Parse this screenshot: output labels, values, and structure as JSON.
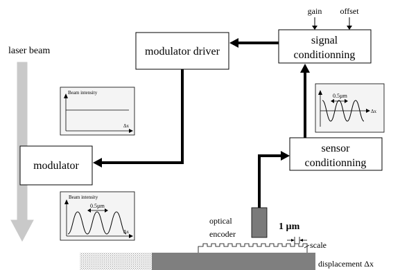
{
  "labels": {
    "laser_beam": "laser beam",
    "modulator_driver": "modulator driver",
    "signal_line1": "signal",
    "signal_line2": "conditionning",
    "gain": "gain",
    "offset": "offset",
    "modulator": "modulator",
    "sensor_line1": "sensor",
    "sensor_line2": "conditionning",
    "optical_line1": "optical",
    "optical_line2": "encoder",
    "one_micron": "1 µm",
    "scale": "scale",
    "displacement": "displacement  Δx"
  },
  "insets": {
    "top_beam": {
      "ylabel": "Beam intensity",
      "xlabel": "Δx"
    },
    "bottom_beam": {
      "ylabel": "Beam intensity",
      "period": "0.5µm",
      "xlabel": "Δx"
    },
    "sensor_signal": {
      "period": "0.5µm",
      "xlabel": "Δx"
    }
  },
  "colors": {
    "laser_beam": "#c9c9c9",
    "encoder": "#7a7a7a",
    "scale_bar": "#7f7f7f",
    "line": "#000000"
  }
}
